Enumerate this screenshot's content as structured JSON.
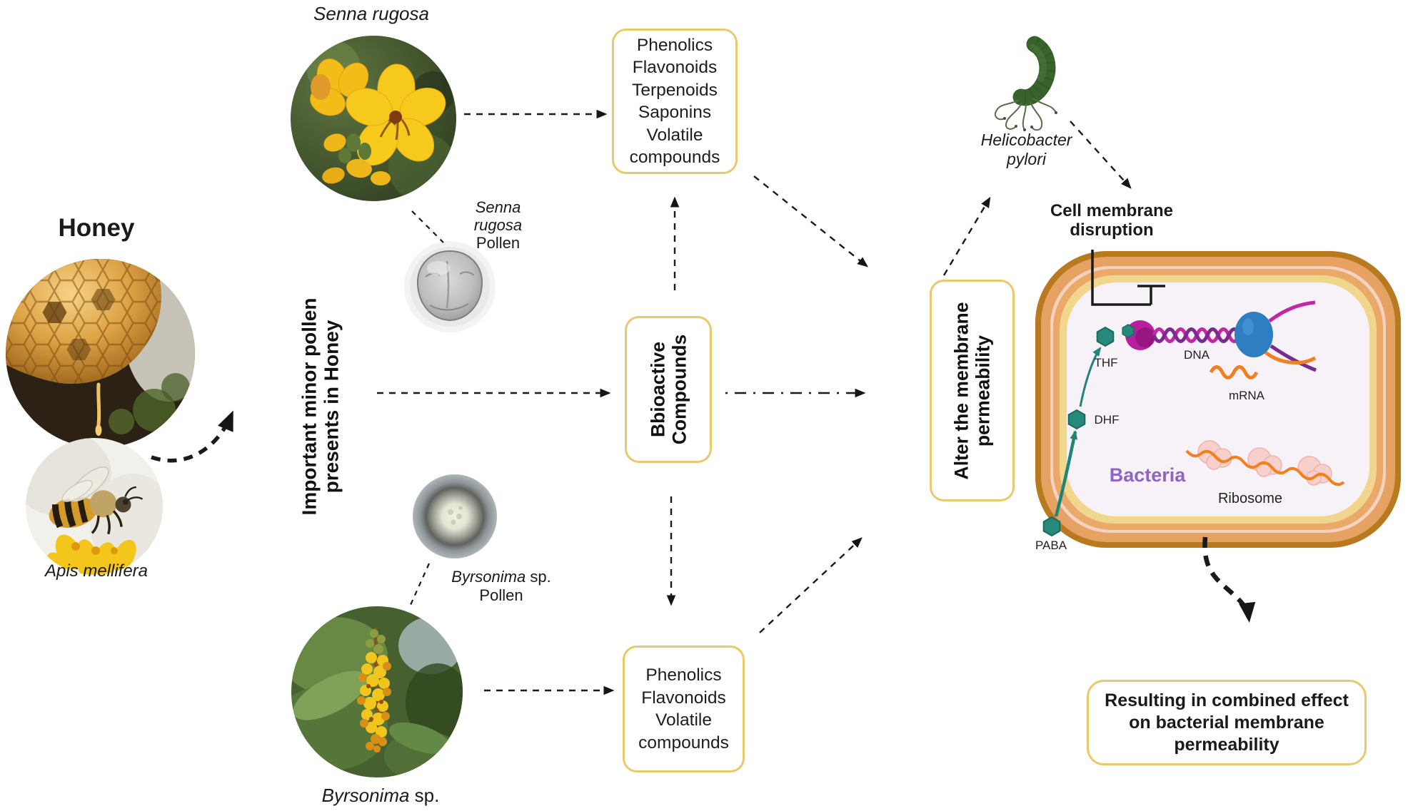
{
  "colors": {
    "box_border": "#E9C96E",
    "bacteria_label": "#8D64C4",
    "pathway_teal": "#1F8578",
    "hpylori_green": "#39632B",
    "membrane_outer": "#B9791F",
    "dna_magenta": "#C228A6",
    "mrna_orange": "#F08020",
    "arrow_black": "#1A1A1A"
  },
  "honey": {
    "title": "Honey",
    "bee_caption": "Apis mellifera"
  },
  "pollen_header": {
    "line1": "Important minor pollen",
    "line2": "presents in Honey"
  },
  "senna": {
    "title": "Senna rugosa",
    "pollen_label": {
      "line1": "Senna",
      "line2": "rugosa",
      "line3": "Pollen"
    }
  },
  "byrsonima": {
    "caption_genus": "Byrsonima",
    "caption_suffix": " sp.",
    "pollen_genus": "Byrsonima",
    "pollen_suffix": " sp.",
    "pollen_line2": "Pollen"
  },
  "boxes": {
    "top_compounds": {
      "lines": [
        "Phenolics",
        "Flavonoids",
        "Terpenoids",
        "Saponins",
        "Volatile compounds"
      ]
    },
    "bioactive": {
      "line1": "Bbioactive",
      "line2": "Compounds"
    },
    "bottom_compounds": {
      "lines": [
        "Phenolics",
        "Flavonoids",
        "Volatile compounds"
      ]
    },
    "alter": {
      "line1": "Alter the membrane",
      "line2": "permeability"
    },
    "result": {
      "line1": "Resulting in combined effect",
      "line2": "on bacterial membrane",
      "line3": "permeability"
    }
  },
  "hpylori": {
    "line1": "Helicobacter",
    "line2": "pylori"
  },
  "cell": {
    "disruption_line1": "Cell membrane",
    "disruption_line2": "disruption",
    "thf": "THF",
    "dhf": "DHF",
    "paba": "PABA",
    "dna": "DNA",
    "mrna": "mRNA",
    "bacteria": "Bacteria",
    "ribosome": "Ribosome"
  }
}
